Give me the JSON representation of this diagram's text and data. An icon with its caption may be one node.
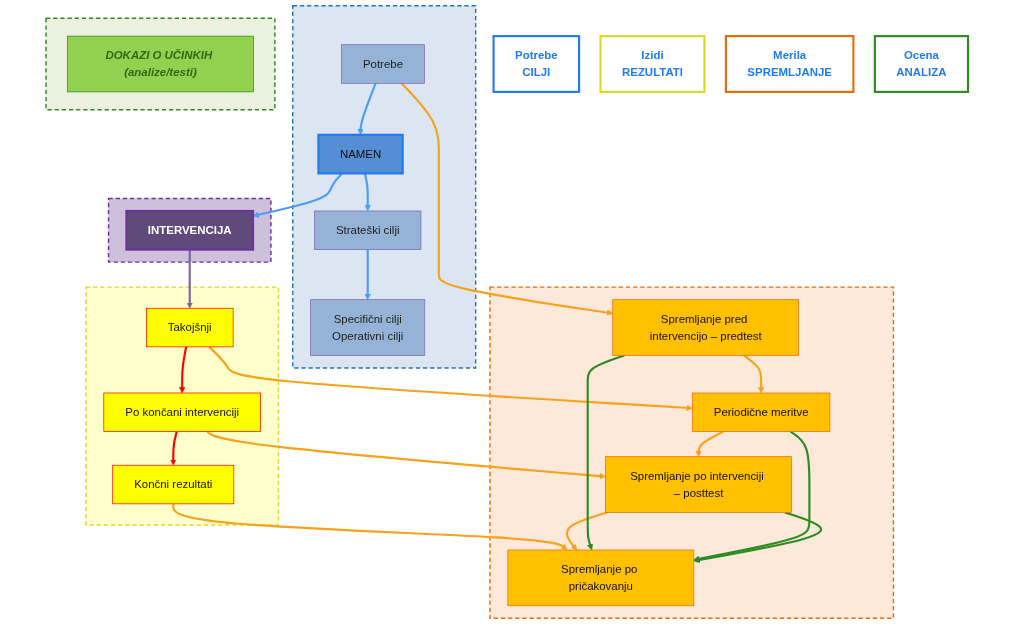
{
  "diagram": {
    "nodes": [
      {
        "text": [
          "Potrebe",
          "CILJI"
        ]
      },
      {
        "text": [],
        "shape": "box"
      },
      {
        "text": [
          "Potrebe"
        ],
        "in": 1
      },
      {
        "text": [
          "NAMEN"
        ],
        "in": 1
      },
      {
        "text": [
          "Strateški cilji"
        ],
        "in": 1
      },
      {
        "text": [
          "Specifični cilji",
          "Operativni cilji"
        ],
        "in": 1
      },
      {
        "text": [],
        "shape": "box"
      },
      {
        "text": [
          "INTERVENCIJA"
        ],
        "in": 6
      },
      {
        "text": [
          "Izidi",
          "REZULTATI"
        ]
      },
      {
        "text": [],
        "shape": "box"
      },
      {
        "text": [
          "Takojšnji"
        ],
        "in": 9
      },
      {
        "text": [
          "Po končani intervenciji"
        ],
        "in": 9
      },
      {
        "text": [
          "Končni rezultati"
        ],
        "in": 9
      },
      {
        "text": [
          "Merila",
          "SPREMLJANJE"
        ]
      },
      {
        "text": [],
        "shape": "box"
      },
      {
        "text": [
          "Spremljanje pred intervencijo – predtest"
        ],
        "in": 14
      },
      {
        "text": [
          "Periodične meritve"
        ],
        "in": 14
      },
      {
        "text": [
          "Spremljanje po intervenciji – posttest"
        ],
        "in": 14
      },
      {
        "text": [
          "Spremljanje po pričakovanju"
        ],
        "in": 14
      },
      {
        "text": [
          "Ocena",
          "ANALIZA"
        ]
      },
      {
        "text": [],
        "shape": "box"
      },
      {
        "text": [
          "DOKAZI O UČINKIH (analize/testi)"
        ],
        "in": 20
      }
    ],
    "edges": [
      {
        "from": 2,
        "to": 3,
        "arrow": "to",
        "color": "#4f9cf5"
      },
      {
        "from": 3,
        "to": 4,
        "arrow": "to",
        "color": "#4f9cf5"
      },
      {
        "from": 4,
        "to": 5,
        "arrow": "to",
        "color": "#4f9cf5"
      },
      {
        "from": 3,
        "to": 7,
        "arrow": "to",
        "color": "#4f9cf5"
      },
      {
        "from": 7,
        "to": 10,
        "arrow": "to",
        "color": "#8064a2"
      },
      {
        "from": 10,
        "to": 11,
        "arrow": "to",
        "color": "#ff0000"
      },
      {
        "from": 11,
        "to": 12,
        "arrow": "to",
        "color": "#ff0000"
      },
      {
        "from": 2,
        "to": 15,
        "arrow": "to"
      },
      {
        "from": 10,
        "to": 16,
        "arrow": "to"
      },
      {
        "from": 11,
        "to": 17,
        "arrow": "to"
      },
      {
        "from": 12,
        "to": 18,
        "arrow": "to"
      },
      {
        "from": 15,
        "to": 16,
        "arrow": "to"
      },
      {
        "from": 16,
        "to": 17,
        "arrow": "to"
      },
      {
        "from": 17,
        "to": 18,
        "arrow": "to"
      },
      {
        "from": 15,
        "to": 18,
        "arrow": "to",
        "color": "#2e8b22"
      },
      {
        "from": 16,
        "to": 18,
        "arrow": "to",
        "color": "#2e8b22"
      },
      {
        "from": 17,
        "to": 18,
        "arrow": "to",
        "color": "#2e8b22"
      }
    ]
  }
}
